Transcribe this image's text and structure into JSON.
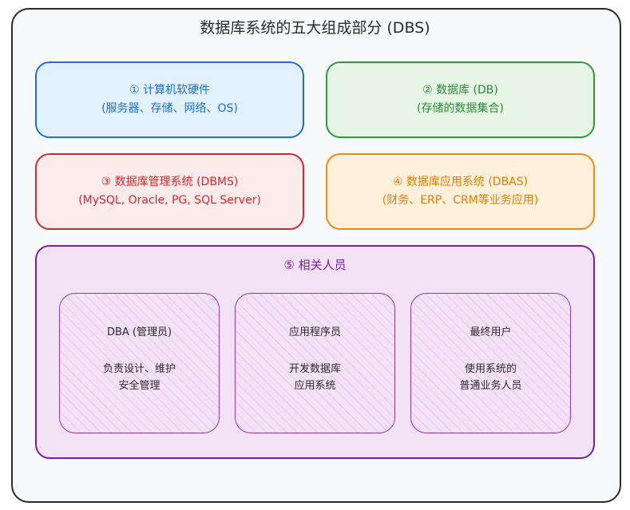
{
  "title": "数据库系统的五大组成部分 (DBS)",
  "components": [
    {
      "line1": "① 计算机软硬件",
      "line2": "(服务器、存储、网络、OS)"
    },
    {
      "line1": "② 数据库 (DB)",
      "line2": "(存储的数据集合)"
    },
    {
      "line1": "③ 数据库管理系统 (DBMS)",
      "line2": "(MySQL, Oracle, PG, SQL Server)"
    },
    {
      "line1": "④ 数据库应用系统 (DBAS)",
      "line2": "(财务、ERP、CRM等业务应用)"
    }
  ],
  "people": {
    "title": "⑤ 相关人员",
    "roles": [
      {
        "name": "DBA (管理员)",
        "desc1": "负责设计、维护",
        "desc2": "安全管理"
      },
      {
        "name": "应用程序员",
        "desc1": "开发数据库",
        "desc2": "应用系统"
      },
      {
        "name": "最终用户",
        "desc1": "使用系统的",
        "desc2": "普通业务人员"
      }
    ]
  },
  "colors": {
    "hardware": "#1e6fd0",
    "database": "#2e9a3b",
    "dbms": "#d6282b",
    "dbas": "#f08a0c",
    "people": "#7b1fa2"
  }
}
